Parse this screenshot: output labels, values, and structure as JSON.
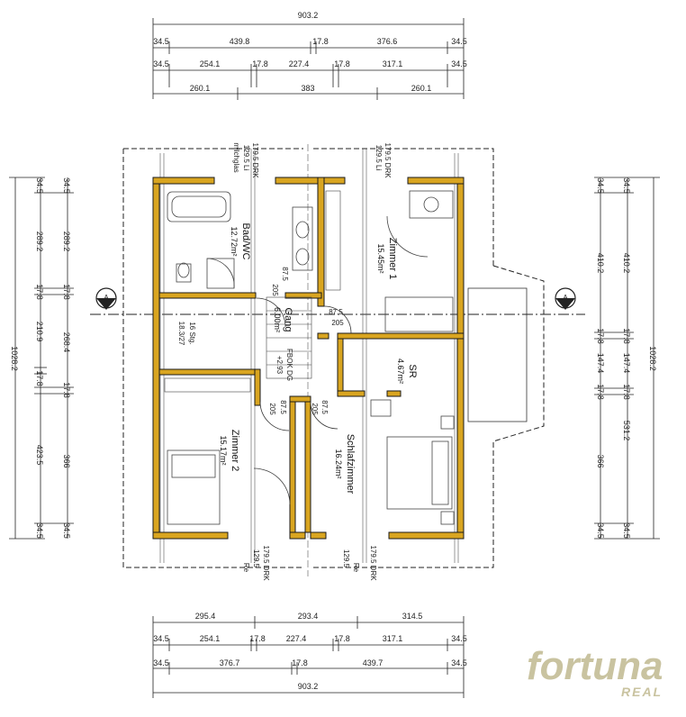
{
  "top_dims": {
    "total": "903.2",
    "row1": [
      "34.5",
      "439.8",
      "17.8",
      "376.6",
      "34.5"
    ],
    "row2": [
      "34.5",
      "254.1",
      "17.8",
      "227.4",
      "17.8",
      "317.1",
      "34.5"
    ],
    "row3": [
      "260.1",
      "383",
      "260.1"
    ]
  },
  "bottom_dims": {
    "row1": [
      "295.4",
      "293.4",
      "314.5"
    ],
    "row2": [
      "34.5",
      "254.1",
      "17.8",
      "227.4",
      "17.8",
      "317.1",
      "34.5"
    ],
    "row3": [
      "34.5",
      "376.7",
      "17.8",
      "439.7",
      "34.5"
    ],
    "total": "903.2"
  },
  "left_dims": {
    "outer_total": "1028.2",
    "col1": [
      "34.5",
      "289.2",
      "17.8",
      "210.9",
      "17.8",
      "423.5",
      "34.5"
    ],
    "col2": [
      "34.5",
      "289.2",
      "17.8",
      "268.4",
      "17.8",
      "366",
      "34.5"
    ]
  },
  "right_dims": {
    "outer_total": "1028.2",
    "col1": [
      "34.5",
      "410.2",
      "17.8",
      "147.4",
      "17.8",
      "531.2",
      "34.5"
    ],
    "col2": [
      "34.5",
      "410.2",
      "17.8",
      "147.4",
      "17.8",
      "366",
      "34.5"
    ]
  },
  "rooms": {
    "bad": {
      "name": "Bad/WC",
      "area": "12.72m²"
    },
    "zimmer1": {
      "name": "Zimmer 1",
      "area": "15.45m²"
    },
    "gang": {
      "name": "Gang",
      "area": "6.00m²"
    },
    "sr": {
      "name": "SR",
      "area": "4.67m²"
    },
    "zimmer2": {
      "name": "Zimmer 2",
      "area": "15.17m²"
    },
    "schlaf": {
      "name": "Schlafzimmer",
      "area": "16.24m²"
    },
    "stairs": {
      "line1": "16 Stg.",
      "line2": "18.3/27"
    },
    "fbok": {
      "line1": "FBOK DG",
      "line2": "+2.93"
    }
  },
  "window_labels": {
    "top_left": {
      "l1": "179.5 DRK",
      "l2": "129.5 Li",
      "l3": "milchglas"
    },
    "top_right": {
      "l1": "179.5 DRK",
      "l2": "129.5 Li"
    },
    "bottom_left": {
      "l1": "179.5 DRK",
      "l2": "129.5",
      "l3": "Re"
    },
    "bottom_right": {
      "l1": "179.5 DRK",
      "l2": "129.5",
      "l3": "Re"
    }
  },
  "door_labels": {
    "d1": {
      "w": "87.5",
      "h": "205"
    },
    "d2": {
      "w": "87.5",
      "h": "205"
    },
    "d3": {
      "w": "87.5",
      "h": "205"
    },
    "d4": {
      "w": "87.5",
      "h": "205"
    }
  },
  "section_marks": {
    "left": "A",
    "right": "A"
  },
  "logo": {
    "main": "fortuna",
    "sub": "REAL"
  },
  "colors": {
    "wall": "#d9a520",
    "wall_edge": "#1a1a1a",
    "line": "#222222",
    "logo": "#c9c3a0"
  }
}
